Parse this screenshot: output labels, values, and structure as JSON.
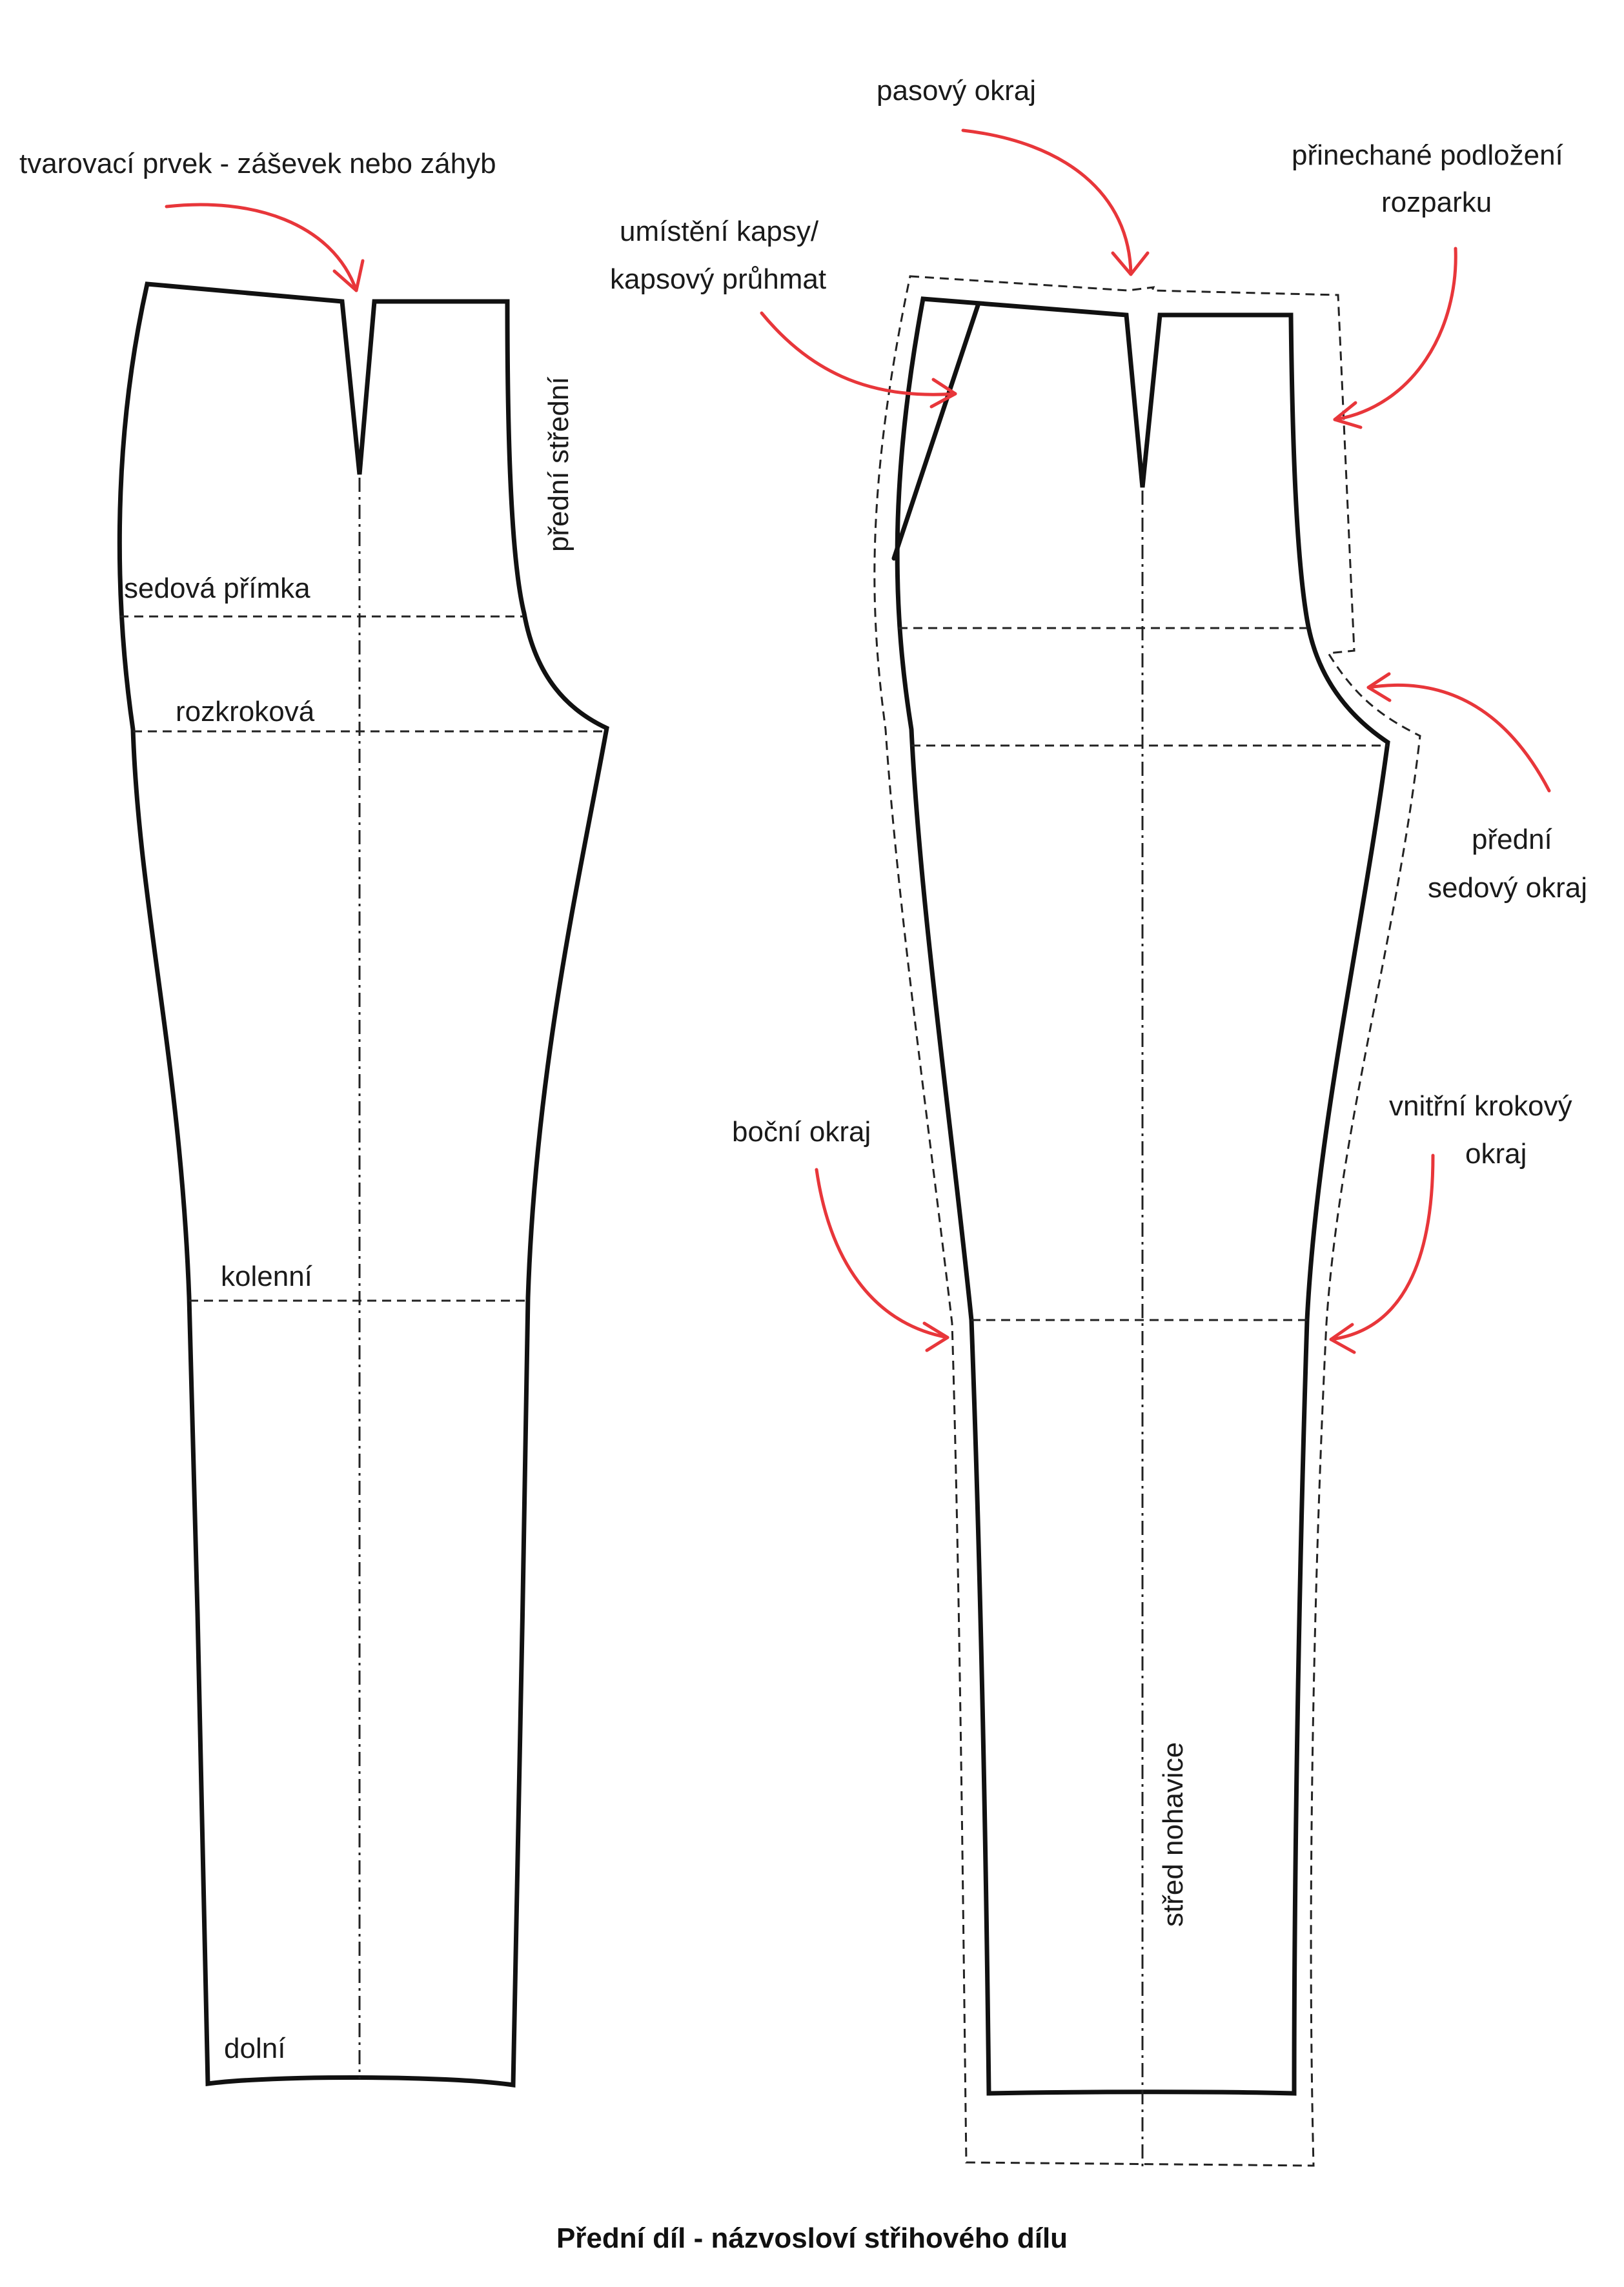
{
  "colors": {
    "line": "#111111",
    "arrow": "#e8363a"
  },
  "left_piece": {
    "labels": {
      "dart": "tvarovací prvek - zášev ek nebo záhyb",
      "front_center": "přední střední",
      "hip_line": "sedová přímka",
      "crotch_line": "rozkroková",
      "knee_line": "kolenní",
      "hem_line": "dolní"
    }
  },
  "right_piece": {
    "labels": {
      "waist_edge": "pasový okraj",
      "pocket": "umístění kapsy/",
      "pocket_2": "kapsový průhmat",
      "fly_1": "přinechané podložení",
      "fly_2": "rozparku",
      "front_rise_1": "přední",
      "front_rise_2": "sedový okraj",
      "side_seam": "boční okraj",
      "inseam_1": "vnitřní krokový",
      "inseam_2": "okraj",
      "grainline": "střed nohavice"
    }
  },
  "title": "Přední díl - názvosloví střihového dílu"
}
